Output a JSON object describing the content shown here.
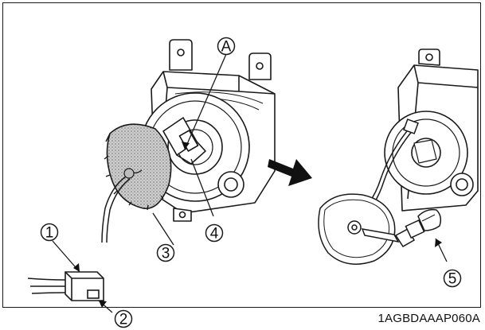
{
  "figure": {
    "code": "1AGBDAAAP060A",
    "colors": {
      "line": "#1a1a1a",
      "stipple": "#8a8a8a",
      "background": "#ffffff"
    }
  },
  "callouts": [
    {
      "id": "A",
      "label": "A"
    },
    {
      "id": "1",
      "label": "1"
    },
    {
      "id": "2",
      "label": "2"
    },
    {
      "id": "3",
      "label": "3"
    },
    {
      "id": "4",
      "label": "4"
    },
    {
      "id": "5",
      "label": "5"
    }
  ],
  "icons": [
    "headlight-housing-icon",
    "dust-cover-icon",
    "bulb-icon",
    "connector-icon",
    "arrow-right-icon"
  ]
}
